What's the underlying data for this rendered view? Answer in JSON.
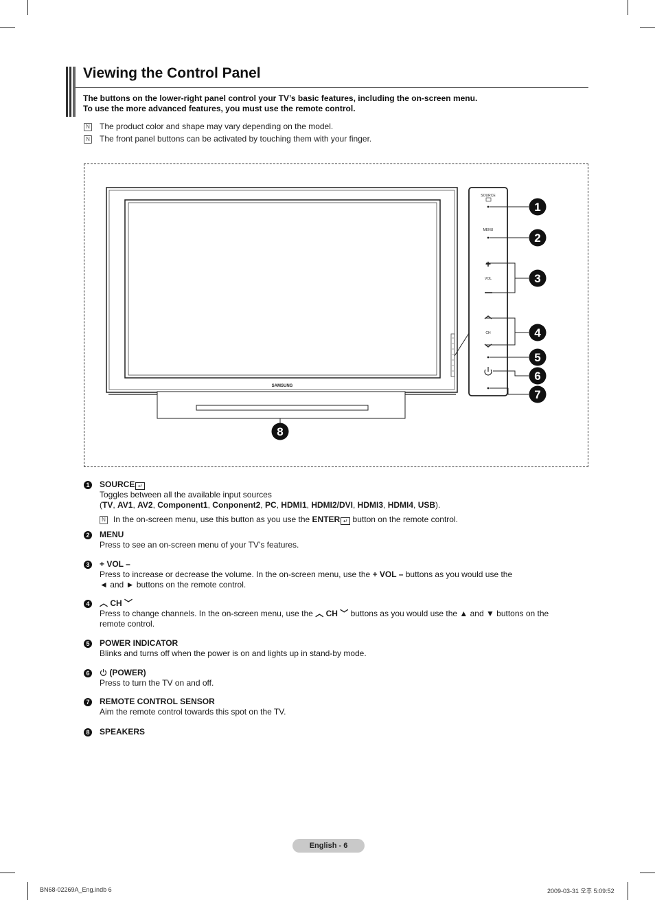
{
  "title": "Viewing the Control Panel",
  "intro": [
    "The buttons on the lower-right panel control your TV’s basic features, including the on-screen menu.",
    "To use the more advanced features, you must use the remote control."
  ],
  "notes": [
    "The product color and shape may vary depending on the model.",
    "The front panel buttons can be activated by touching them with your finger."
  ],
  "figure": {
    "brand": "SAMSUNG",
    "panel_labels": {
      "source": "SOURCE",
      "menu": "MENU",
      "vol": "VOL",
      "ch": "CH"
    },
    "callouts": [
      "1",
      "2",
      "3",
      "4",
      "5",
      "6",
      "7",
      "8"
    ]
  },
  "items": [
    {
      "num": "1",
      "head": "SOURCE",
      "desc": "Toggles between all the available input sources",
      "sources": [
        "TV",
        "AV1",
        "AV2",
        "Component1",
        "Conponent2",
        "PC",
        "HDMI1",
        "HDMI2/DVI",
        "HDMI3",
        "HDMI4",
        "USB"
      ],
      "note_pre": "In the on-screen menu, use this button as you use the",
      "note_bold": "ENTER",
      "note_post": "button on the remote control."
    },
    {
      "num": "2",
      "head": "MENU",
      "desc": "Press to see an on-screen menu of your TV’s features."
    },
    {
      "num": "3",
      "head": "+ VOL –",
      "desc_pre": "Press to increase or decrease the volume. In the on-screen menu, use the",
      "desc_bold": "+ VOL –",
      "desc_post": "buttons as you would use the",
      "desc_line2": "◄ and ► buttons on the remote control."
    },
    {
      "num": "4",
      "head": "CH",
      "desc_pre": "Press to change channels. In the on-screen menu, use the",
      "desc_bold": "CH",
      "desc_post": "buttons as you would use the ▲ and ▼ buttons on the",
      "desc_line2": "remote control."
    },
    {
      "num": "5",
      "head": "POWER INDICATOR",
      "desc": "Blinks and turns off when the power is on and lights up in stand-by mode."
    },
    {
      "num": "6",
      "head": "(POWER)",
      "desc": "Press to turn the TV on and off."
    },
    {
      "num": "7",
      "head": "REMOTE CONTROL SENSOR",
      "desc": "Aim the remote control towards this spot on the TV."
    },
    {
      "num": "8",
      "head": "SPEAKERS"
    }
  ],
  "footer": {
    "page_label": "English - 6",
    "file": "BN68-02269A_Eng.indb   6",
    "timestamp": "2009-03-31   오후 5:09:52"
  }
}
